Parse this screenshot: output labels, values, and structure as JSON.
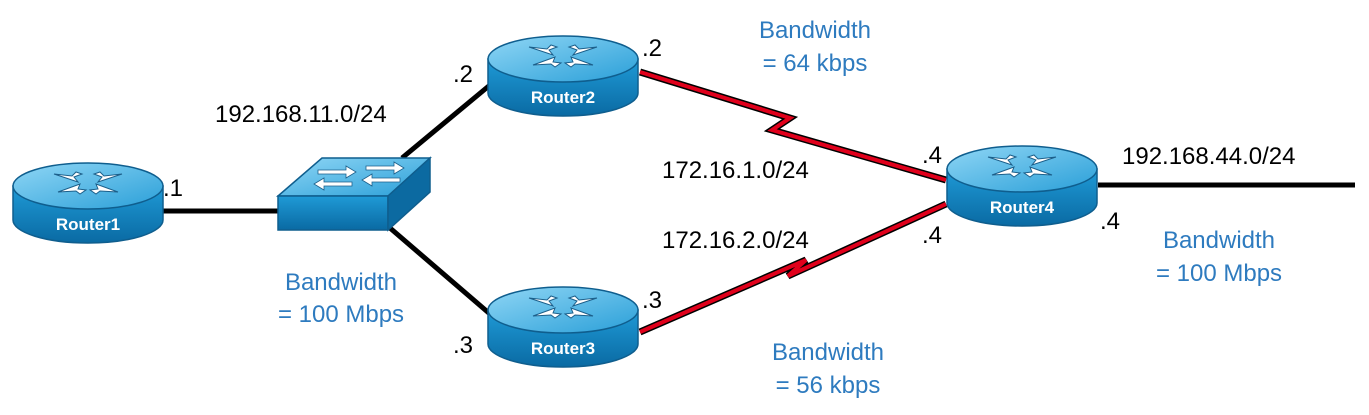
{
  "routers": {
    "r1": {
      "name": "Router1"
    },
    "r2": {
      "name": "Router2"
    },
    "r3": {
      "name": "Router3"
    },
    "r4": {
      "name": "Router4"
    }
  },
  "networks": {
    "lan11": "192.168.11.0/24",
    "wan1": "172.16.1.0/24",
    "wan2": "172.16.2.0/24",
    "lan44": "192.168.44.0/24"
  },
  "interfaces": {
    "r1_lan": ".1",
    "r2_lan": ".2",
    "r2_wan": ".2",
    "r3_lan": ".3",
    "r3_wan": ".3",
    "r4_wan1": ".4",
    "r4_wan2": ".4",
    "r4_lan": ".4"
  },
  "bandwidth": {
    "lan11": {
      "line1": "Bandwidth",
      "line2": "= 100 Mbps"
    },
    "wan1": {
      "line1": "Bandwidth",
      "line2": "= 64 kbps"
    },
    "wan2": {
      "line1": "Bandwidth",
      "line2": "= 56 kbps"
    },
    "lan44": {
      "line1": "Bandwidth",
      "line2": "= 100 Mbps"
    }
  },
  "colors": {
    "ethernet_link": "#000000",
    "serial_link": "#e0001b",
    "bandwidth_text": "#2e7bbf",
    "device_blue": "#1f9ad6"
  }
}
